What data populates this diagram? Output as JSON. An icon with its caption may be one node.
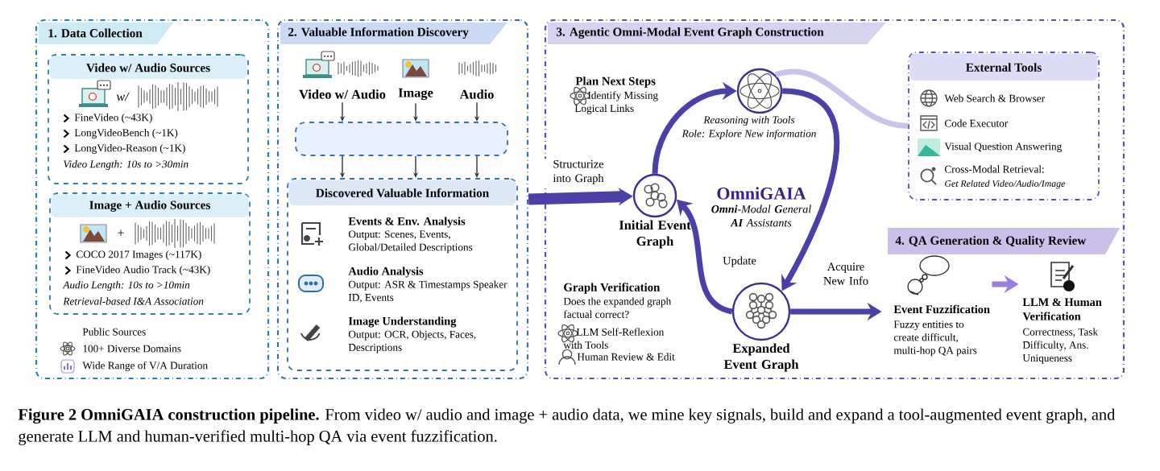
{
  "diagram": {
    "caption": "**Figure 2 OmniGAIA construction pipeline.** From video w/ audio and image + audio data, we mine key signals, build and expand a tool-augmented event graph, and generate LLM and human-verified multi-hop QA via event fuzzification.",
    "nodes": [
      {
        "text": [
          "1. Data Collection",
          "Public Sources",
          "100+ Diverse Domains",
          "Wide Range of V/A Duration"
        ]
      },
      {
        "text": [
          "Video w/ Audio Sources",
          "w/",
          "FineVideo (~43K)",
          "LongVideoBench (~1K)",
          "LongVideo-Reason (~1K)",
          "Video Length: 10s to >30min"
        ],
        "in": 0
      },
      {
        "text": [
          "Image + Audio Sources",
          "+",
          "COCO 2017 Images (~117K)",
          "FineVideo Audio Track (~43K)",
          "Audio Length: 10s to >10min",
          "Retrieval-based I&A Association"
        ],
        "in": 0
      },
      {
        "text": [
          "2. Valuable Information Discovery"
        ]
      },
      {
        "text": [
          "Video w/ Audio"
        ],
        "in": 3
      },
      {
        "text": [
          "Image"
        ],
        "in": 3
      },
      {
        "text": [
          "Audio"
        ],
        "in": 3
      },
      {
        "text": [],
        "shape": "box",
        "in": 3
      },
      {
        "text": [
          "Discovered Valuable Information",
          "Events & Env. Analysis",
          "Output: Scenes, Events, Global/Detailed Descriptions",
          "Audio Analysis",
          "Output: ASR & Timestamps Speaker ID, Events",
          "Image Understanding",
          "Output: OCR, Objects, Faces, Descriptions"
        ],
        "in": 3
      },
      {
        "text": [
          "3. Agentic Omni-Modal Event Graph Construction"
        ]
      },
      {
        "text": [
          "Initial Event Graph"
        ],
        "in": 9
      },
      {
        "text": [
          "Reasoning with Tools",
          "Role: Explore New information"
        ],
        "in": 9
      },
      {
        "text": [
          "Expanded Event Graph"
        ],
        "in": 9
      },
      {
        "text": [
          "External Tools",
          "Web Search & Browser",
          "Code Executor",
          "Visual Question Answering",
          "Cross-Modal Retrieval:",
          "Get Related Video/Audio/Image"
        ],
        "in": 9
      },
      {
        "text": [
          "4. QA Generation & Quality Review"
        ],
        "in": 9
      },
      {
        "text": [
          "Event Fuzzification",
          "Fuzzy entities to create difficult, multi-hop QA pairs"
        ],
        "in": 9
      },
      {
        "text": [
          "LLM & Human Verification",
          "Correctness, Task Difficulty, Ans. Uniqueness"
        ],
        "in": 9
      }
    ],
    "edges": [
      {
        "from": 4,
        "to": 7,
        "arrow": "to"
      },
      {
        "from": 5,
        "to": 7,
        "arrow": "to"
      },
      {
        "from": 6,
        "to": 7,
        "arrow": "to"
      },
      {
        "from": 7,
        "to": 8,
        "arrow": "to"
      },
      {
        "from": 7,
        "to": 8,
        "arrow": "to"
      },
      {
        "from": 7,
        "to": 8,
        "arrow": "to"
      },
      {
        "from": 3,
        "to": 10,
        "arrow": "to",
        "label": "Structurize into Graph",
        "style": "thick",
        "color": "#4b3fa8"
      },
      {
        "from": 10,
        "to": 11,
        "arrow": "to",
        "color": "#4b3fa8"
      },
      {
        "from": 11,
        "to": 12,
        "arrow": "to",
        "label": "Acquire New Info",
        "color": "#4b3fa8"
      },
      {
        "from": 12,
        "to": 10,
        "arrow": "to",
        "label": "Update",
        "color": "#4b3fa8"
      },
      {
        "from": 13,
        "to": 11,
        "arrow": "none",
        "color": "#c9c5ea"
      },
      {
        "from": 12,
        "to": 15,
        "arrow": "to",
        "color": "#4b3fa8"
      },
      {
        "from": 15,
        "to": 16,
        "arrow": "to",
        "color": "#9b7fe0"
      }
    ],
    "labels": [
      "Plan Next Steps",
      "Identify Missing Logical Links",
      "OmniGAIA",
      "**Omni**-Modal **G**eneral **AI** Assistants",
      "Graph Verification",
      "Does the expanded graph factual correct?",
      "LLM Self-Reflexion with Tools",
      "Human Review & Edit"
    ]
  }
}
